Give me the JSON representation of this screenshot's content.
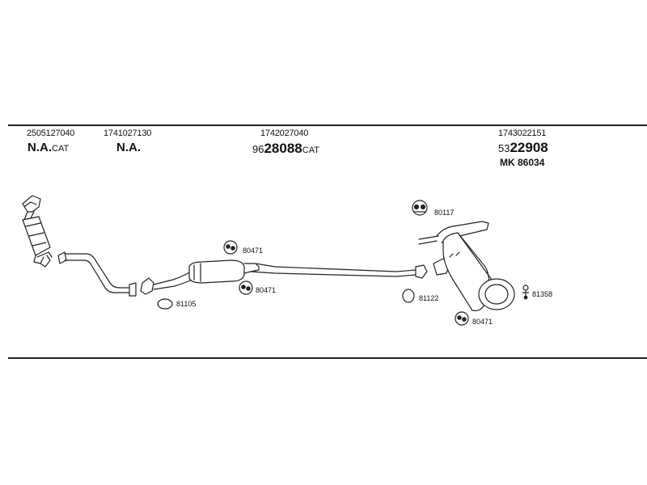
{
  "header": {
    "col1": {
      "part_number": "2505127040",
      "label_bold": "N.A.",
      "label_suffix": "CAT"
    },
    "col2": {
      "part_number": "1741027130",
      "label_bold": "N.A."
    },
    "col3": {
      "part_number": "1742027040",
      "prefix": "96",
      "number": "28088",
      "suffix": "CAT"
    },
    "col4": {
      "part_number": "1743022151",
      "prefix": "53",
      "number": "22908",
      "mk": "MK  86034"
    }
  },
  "callouts": {
    "c80117": "80117",
    "c80471a": "80471",
    "c80471b": "80471",
    "c81105": "81105",
    "c81122": "81122",
    "c81358": "81358",
    "c80471c": "80471"
  }
}
